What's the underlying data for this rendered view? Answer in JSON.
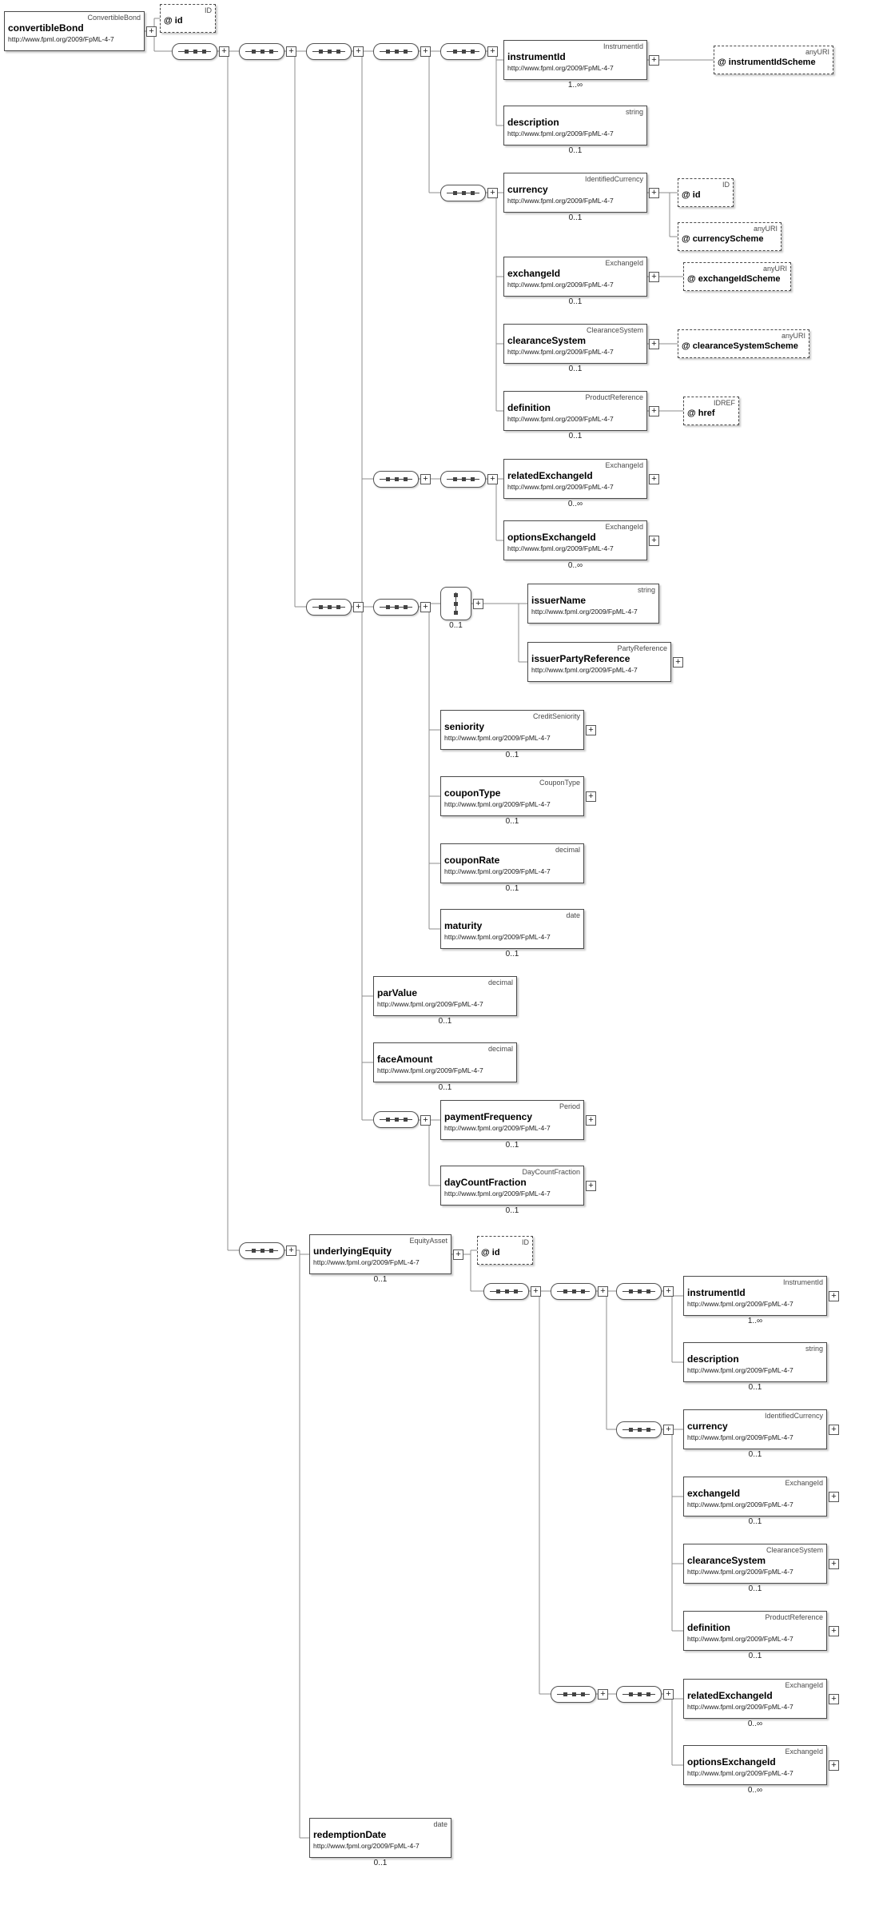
{
  "icons": {
    "expand": "+"
  },
  "nodes": {
    "convertibleBond": {
      "name": "convertibleBond",
      "type": "ConvertibleBond",
      "url": "http://www.fpml.org/2009/FpML-4-7"
    },
    "attr_id_root": {
      "name": "@ id",
      "type": "ID"
    },
    "instrumentId1": {
      "name": "instrumentId",
      "type": "InstrumentId",
      "url": "http://www.fpml.org/2009/FpML-4-7",
      "occurrence": "1..∞"
    },
    "attr_instrumentIdScheme": {
      "name": "@ instrumentIdScheme",
      "type": "anyURI"
    },
    "description1": {
      "name": "description",
      "type": "string",
      "url": "http://www.fpml.org/2009/FpML-4-7",
      "occurrence": "0..1"
    },
    "currency1": {
      "name": "currency",
      "type": "IdentifiedCurrency",
      "url": "http://www.fpml.org/2009/FpML-4-7",
      "occurrence": "0..1"
    },
    "attr_id_currency": {
      "name": "@ id",
      "type": "ID"
    },
    "attr_currencyScheme": {
      "name": "@ currencyScheme",
      "type": "anyURI"
    },
    "exchangeId1": {
      "name": "exchangeId",
      "type": "ExchangeId",
      "url": "http://www.fpml.org/2009/FpML-4-7",
      "occurrence": "0..1"
    },
    "attr_exchangeIdScheme": {
      "name": "@ exchangeIdScheme",
      "type": "anyURI"
    },
    "clearanceSystem1": {
      "name": "clearanceSystem",
      "type": "ClearanceSystem",
      "url": "http://www.fpml.org/2009/FpML-4-7",
      "occurrence": "0..1"
    },
    "attr_clearanceSystemScheme": {
      "name": "@ clearanceSystemScheme",
      "type": "anyURI"
    },
    "definition1": {
      "name": "definition",
      "type": "ProductReference",
      "url": "http://www.fpml.org/2009/FpML-4-7",
      "occurrence": "0..1"
    },
    "attr_href": {
      "name": "@ href",
      "type": "IDREF"
    },
    "relatedExchangeId1": {
      "name": "relatedExchangeId",
      "type": "ExchangeId",
      "url": "http://www.fpml.org/2009/FpML-4-7",
      "occurrence": "0..∞"
    },
    "optionsExchangeId1": {
      "name": "optionsExchangeId",
      "type": "ExchangeId",
      "url": "http://www.fpml.org/2009/FpML-4-7",
      "occurrence": "0..∞"
    },
    "choice1": {
      "occurrence": "0..1"
    },
    "issuerName": {
      "name": "issuerName",
      "type": "string",
      "url": "http://www.fpml.org/2009/FpML-4-7"
    },
    "issuerPartyReference": {
      "name": "issuerPartyReference",
      "type": "PartyReference",
      "url": "http://www.fpml.org/2009/FpML-4-7"
    },
    "seniority": {
      "name": "seniority",
      "type": "CreditSeniority",
      "url": "http://www.fpml.org/2009/FpML-4-7",
      "occurrence": "0..1"
    },
    "couponType": {
      "name": "couponType",
      "type": "CouponType",
      "url": "http://www.fpml.org/2009/FpML-4-7",
      "occurrence": "0..1"
    },
    "couponRate": {
      "name": "couponRate",
      "type": "decimal",
      "url": "http://www.fpml.org/2009/FpML-4-7",
      "occurrence": "0..1"
    },
    "maturity": {
      "name": "maturity",
      "type": "date",
      "url": "http://www.fpml.org/2009/FpML-4-7",
      "occurrence": "0..1"
    },
    "parValue": {
      "name": "parValue",
      "type": "decimal",
      "url": "http://www.fpml.org/2009/FpML-4-7",
      "occurrence": "0..1"
    },
    "faceAmount": {
      "name": "faceAmount",
      "type": "decimal",
      "url": "http://www.fpml.org/2009/FpML-4-7",
      "occurrence": "0..1"
    },
    "paymentFrequency": {
      "name": "paymentFrequency",
      "type": "Period",
      "url": "http://www.fpml.org/2009/FpML-4-7",
      "occurrence": "0..1"
    },
    "dayCountFraction": {
      "name": "dayCountFraction",
      "type": "DayCountFraction",
      "url": "http://www.fpml.org/2009/FpML-4-7",
      "occurrence": "0..1"
    },
    "underlyingEquity": {
      "name": "underlyingEquity",
      "type": "EquityAsset",
      "url": "http://www.fpml.org/2009/FpML-4-7",
      "occurrence": "0..1"
    },
    "attr_id_equity": {
      "name": "@ id",
      "type": "ID"
    },
    "instrumentId2": {
      "name": "instrumentId",
      "type": "InstrumentId",
      "url": "http://www.fpml.org/2009/FpML-4-7",
      "occurrence": "1..∞"
    },
    "description2": {
      "name": "description",
      "type": "string",
      "url": "http://www.fpml.org/2009/FpML-4-7",
      "occurrence": "0..1"
    },
    "currency2": {
      "name": "currency",
      "type": "IdentifiedCurrency",
      "url": "http://www.fpml.org/2009/FpML-4-7",
      "occurrence": "0..1"
    },
    "exchangeId2": {
      "name": "exchangeId",
      "type": "ExchangeId",
      "url": "http://www.fpml.org/2009/FpML-4-7",
      "occurrence": "0..1"
    },
    "clearanceSystem2": {
      "name": "clearanceSystem",
      "type": "ClearanceSystem",
      "url": "http://www.fpml.org/2009/FpML-4-7",
      "occurrence": "0..1"
    },
    "definition2": {
      "name": "definition",
      "type": "ProductReference",
      "url": "http://www.fpml.org/2009/FpML-4-7",
      "occurrence": "0..1"
    },
    "relatedExchangeId2": {
      "name": "relatedExchangeId",
      "type": "ExchangeId",
      "url": "http://www.fpml.org/2009/FpML-4-7",
      "occurrence": "0..∞"
    },
    "optionsExchangeId2": {
      "name": "optionsExchangeId",
      "type": "ExchangeId",
      "url": "http://www.fpml.org/2009/FpML-4-7",
      "occurrence": "0..∞"
    },
    "redemptionDate": {
      "name": "redemptionDate",
      "type": "date",
      "url": "http://www.fpml.org/2009/FpML-4-7",
      "occurrence": "0..1"
    }
  }
}
